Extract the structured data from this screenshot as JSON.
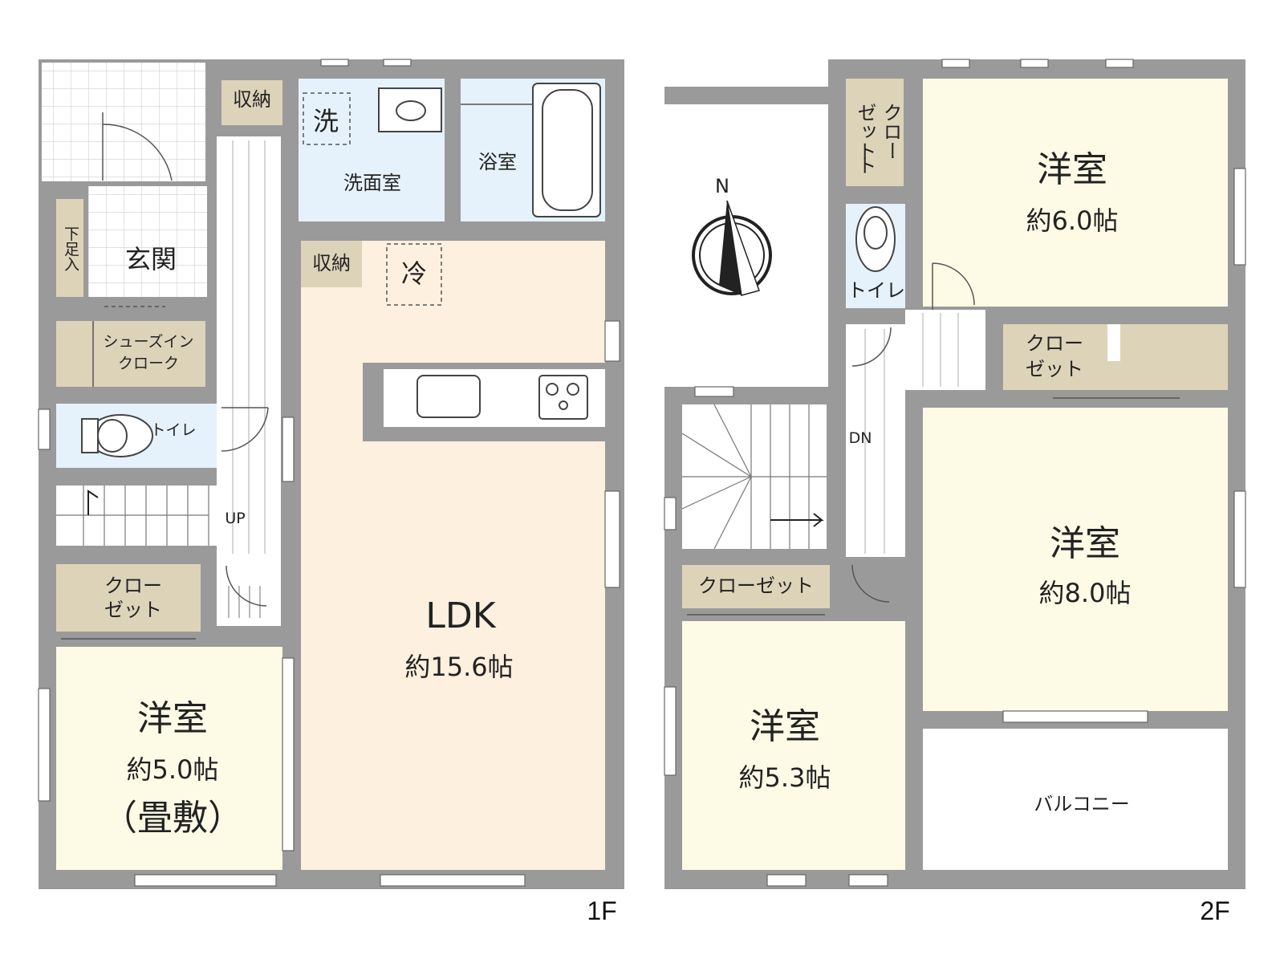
{
  "colors": {
    "wall": "#9a9a9a",
    "ldk": "#fdf0de",
    "western": "#fdfbe6",
    "wet": "#e6f2fb",
    "storage": "#ddd3b9",
    "white": "#ffffff"
  },
  "floor1": {
    "label": "1F",
    "entrance": "玄関",
    "shoe_box": "下足入",
    "shoe_closet_1": "シューズイン",
    "shoe_closet_2": "クローク",
    "toilet": "トイレ",
    "storage_top": "収納",
    "wash_mark": "洗",
    "washroom": "洗面室",
    "bathroom": "浴室",
    "storage_ldk": "収納",
    "fridge_mark": "冷",
    "up": "UP",
    "ldk_name": "LDK",
    "ldk_size": "約15.6帖",
    "closet_1": "クロー",
    "closet_2": "ゼット",
    "western_name": "洋室",
    "western_size": "約5.0帖",
    "western_note": "（畳敷）"
  },
  "floor2": {
    "label": "2F",
    "compass": "N",
    "wic_col1": "クロー",
    "wic_col2": "ゼット",
    "wic_col3": "ト",
    "toilet": "トイレ",
    "dn": "DN",
    "room_a_name": "洋室",
    "room_a_size": "約6.0帖",
    "closet_mid_1": "クロー",
    "closet_mid_2": "ゼット",
    "room_b_name": "洋室",
    "room_b_size": "約8.0帖",
    "closet_low": "クローゼット",
    "room_c_name": "洋室",
    "room_c_size": "約5.3帖",
    "balcony": "バルコニー"
  }
}
